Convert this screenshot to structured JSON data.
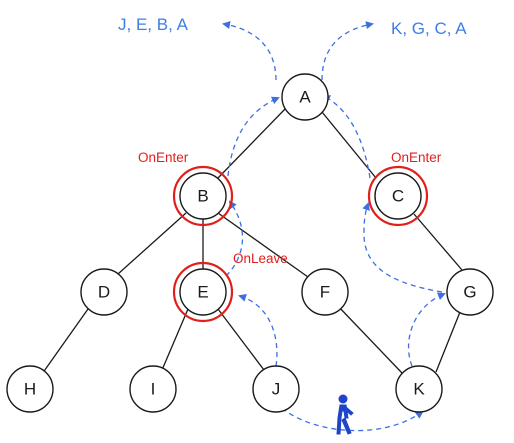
{
  "colors": {
    "node_stroke": "#1a1a1a",
    "event_ring": "#e0201c",
    "flow_arrow": "#3e6fe0",
    "path_text": "#3e7fe6",
    "walker": "#1f44c8"
  },
  "nodes": {
    "A": "A",
    "B": "B",
    "C": "C",
    "D": "D",
    "E": "E",
    "F": "F",
    "G": "G",
    "H": "H",
    "I": "I",
    "J": "J",
    "K": "K"
  },
  "events": {
    "onenter_b": "OnEnter",
    "onenter_c": "OnEnter",
    "onleave_e": "OnLeave"
  },
  "paths": {
    "left": "J, E, B, A",
    "right": "K, G, C, A"
  },
  "icons": {
    "walker": "walking-person-icon"
  }
}
